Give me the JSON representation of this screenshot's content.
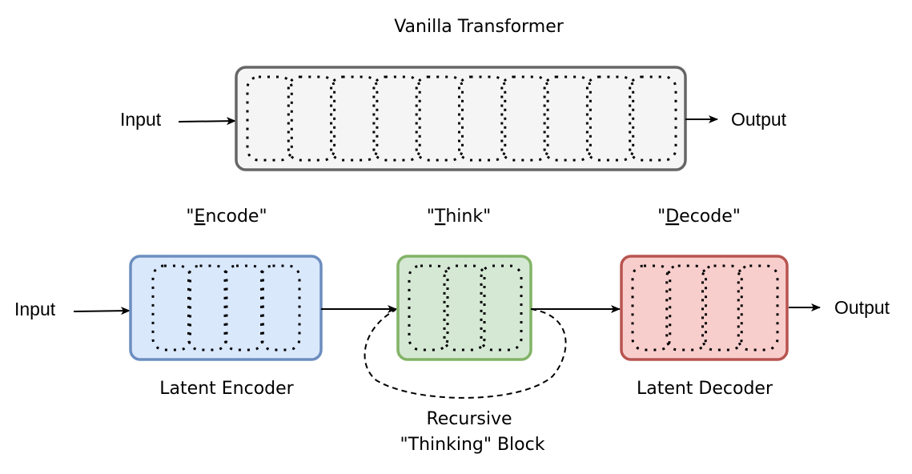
{
  "title": "Vanilla Transformer",
  "vanilla": {
    "input_label": "Input",
    "output_label": "Output",
    "layer_count": 10,
    "fill": "#f5f5f5",
    "stroke": "#666666"
  },
  "stages": [
    {
      "id": "encoder",
      "heading_prefix": "\"",
      "heading_initial": "E",
      "heading_rest": "ncode\"",
      "caption": "Latent Encoder",
      "layer_count": 4,
      "fill": "#dae8fc",
      "stroke": "#6c8ebf"
    },
    {
      "id": "thinker",
      "heading_prefix": "\"",
      "heading_initial": "T",
      "heading_rest": "hink\"",
      "caption_line1": "Recursive",
      "caption_line2": "\"Thinking\" Block",
      "layer_count": 3,
      "fill": "#d5e8d4",
      "stroke": "#82b366"
    },
    {
      "id": "decoder",
      "heading_prefix": "\"",
      "heading_initial": "D",
      "heading_rest": "ecode\"",
      "caption": "Latent Decoder",
      "layer_count": 4,
      "fill": "#f8cecc",
      "stroke": "#b85450"
    }
  ],
  "pipeline": {
    "input_label": "Input",
    "output_label": "Output"
  }
}
